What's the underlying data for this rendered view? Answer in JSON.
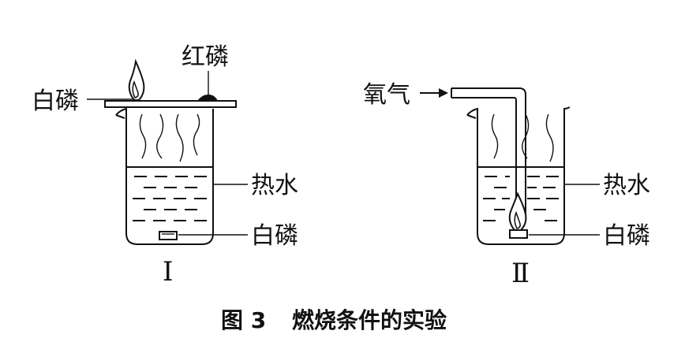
{
  "experiment_1": {
    "white_phosphorus_label": "白磷",
    "red_phosphorus_label": "红磷",
    "hot_water_label": "热水",
    "bottom_phosphorus_label": "白磷",
    "numeral": "Ⅰ"
  },
  "experiment_2": {
    "oxygen_label": "氧气",
    "hot_water_label": "热水",
    "phosphorus_label": "白磷",
    "numeral": "Ⅱ"
  },
  "caption": {
    "number": "图 3",
    "title": "燃烧条件的实验"
  }
}
